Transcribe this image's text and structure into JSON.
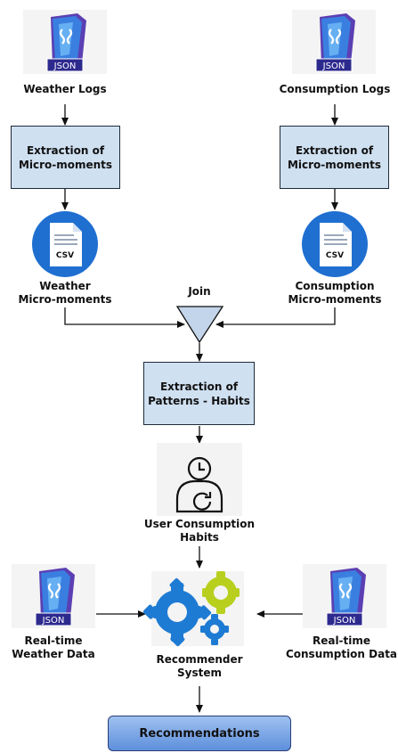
{
  "sources": {
    "weather_logs": {
      "label": "Weather Logs",
      "icon": "json-file-icon",
      "badge": "JSON"
    },
    "consumption_logs": {
      "label": "Consumption Logs",
      "icon": "json-file-icon",
      "badge": "JSON"
    }
  },
  "extraction": {
    "left": "Extraction of\nMicro-moments",
    "right": "Extraction of\nMicro-moments"
  },
  "micro_moments": {
    "weather": {
      "label": "Weather\nMicro-moments",
      "icon": "csv-file-icon",
      "badge": "CSV"
    },
    "consumption": {
      "label": "Consumption\nMicro-moments",
      "icon": "csv-file-icon",
      "badge": "CSV"
    }
  },
  "join": {
    "label": "Join"
  },
  "patterns": {
    "label": "Extraction of\nPatterns - Habits"
  },
  "habits": {
    "label": "User Consumption\nHabits",
    "icon": "user-clock-icon"
  },
  "realtime": {
    "weather": {
      "label": "Real-time\nWeather Data",
      "icon": "json-file-icon",
      "badge": "JSON"
    },
    "consumption": {
      "label": "Real-time\nConsumption Data",
      "icon": "json-file-icon",
      "badge": "JSON"
    }
  },
  "recommender": {
    "label": "Recommender\nSystem",
    "icon": "gears-icon"
  },
  "recommendations": {
    "label": "Recommendations"
  },
  "colors": {
    "box_fill": "#cfe0f1",
    "csv_circle": "#1f6fd1",
    "gear_blue": "#1e7bd3",
    "gear_green": "#b8cf1e"
  }
}
